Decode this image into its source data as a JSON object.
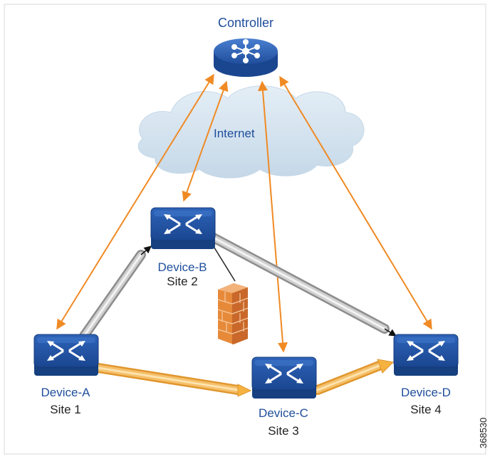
{
  "controller": {
    "label": "Controller"
  },
  "cloud": {
    "label": "Internet"
  },
  "devices": {
    "a": {
      "name": "Device-A",
      "site": "Site 1"
    },
    "b": {
      "name": "Device-B",
      "site": "Site 2"
    },
    "c": {
      "name": "Device-C",
      "site": "Site 3"
    },
    "d": {
      "name": "Device-D",
      "site": "Site 4"
    }
  },
  "figure_id": "368530",
  "colors": {
    "device_blue": "#1f4e9c",
    "control_arrow": "#f08a24",
    "tunnel_orange": "#f5b240",
    "tunnel_gray": "#9a9a9a",
    "firewall": "#e07a2e",
    "cloud": "#d3e3ef"
  },
  "icons": [
    "router-icon",
    "controller-icon",
    "firewall-icon",
    "cloud-icon"
  ]
}
